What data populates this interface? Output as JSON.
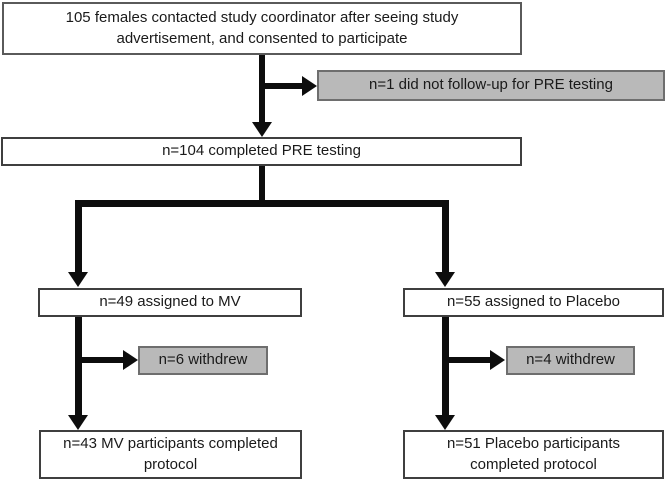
{
  "diagram": {
    "type": "consort-flowchart",
    "colors": {
      "background": "#ffffff",
      "box_fill": "#ffffff",
      "box_border": "#3f3f3f",
      "gray_box_fill": "#b9b9b9",
      "gray_box_border": "#6e6e6e",
      "line": "#0d0d0d",
      "text": "#1a1a1a"
    },
    "nodes": {
      "enrollment": "105 females contacted study coordinator after seeing study advertisement, and consented to participate",
      "no_followup": "n=1 did not follow-up for PRE testing",
      "pre_testing": "n=104 completed PRE testing",
      "mv_assigned": "n=49 assigned to MV",
      "placebo_assigned": "n=55 assigned to Placebo",
      "mv_withdrew": "n=6 withdrew",
      "placebo_withdrew": "n=4 withdrew",
      "mv_completed": "n=43 MV participants completed protocol",
      "placebo_completed": "n=51 Placebo participants completed protocol"
    },
    "edges": [
      {
        "from": "enrollment",
        "to": "pre_testing",
        "style": "arrow-down"
      },
      {
        "from": "enrollment",
        "to": "no_followup",
        "style": "arrow-right-branch"
      },
      {
        "from": "pre_testing",
        "to": "mv_assigned",
        "style": "arrow-down-split"
      },
      {
        "from": "pre_testing",
        "to": "placebo_assigned",
        "style": "arrow-down-split"
      },
      {
        "from": "mv_assigned",
        "to": "mv_withdrew",
        "style": "arrow-right-branch"
      },
      {
        "from": "mv_assigned",
        "to": "mv_completed",
        "style": "arrow-down"
      },
      {
        "from": "placebo_assigned",
        "to": "placebo_withdrew",
        "style": "arrow-right-branch"
      },
      {
        "from": "placebo_assigned",
        "to": "placebo_completed",
        "style": "arrow-down"
      }
    ]
  }
}
